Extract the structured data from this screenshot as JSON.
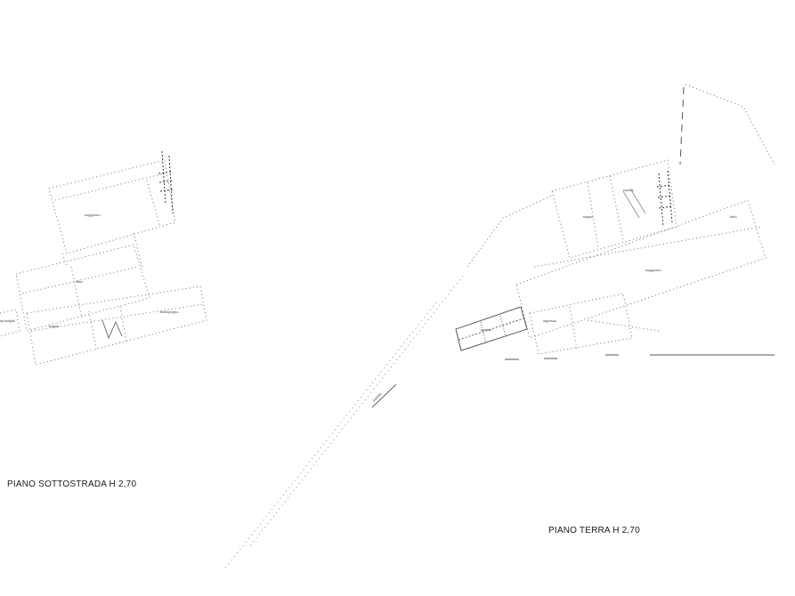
{
  "floors": {
    "basement": {
      "label": "PIANO SOTTOSTRADA H 2,70",
      "room_labels": [
        "soggiorno",
        "letto",
        "bagno",
        "disimpegno",
        "ripostiglio"
      ]
    },
    "ground": {
      "label": "PIANO TERRA H 2,70",
      "room_labels": [
        "cucina",
        "bagno",
        "soggiorno",
        "letto",
        "portico",
        "ingresso"
      ]
    },
    "path": {
      "label": "vialetto"
    }
  },
  "colors": {
    "line": "#555555",
    "dotted": "#777777",
    "text": "#1a1a1a"
  }
}
